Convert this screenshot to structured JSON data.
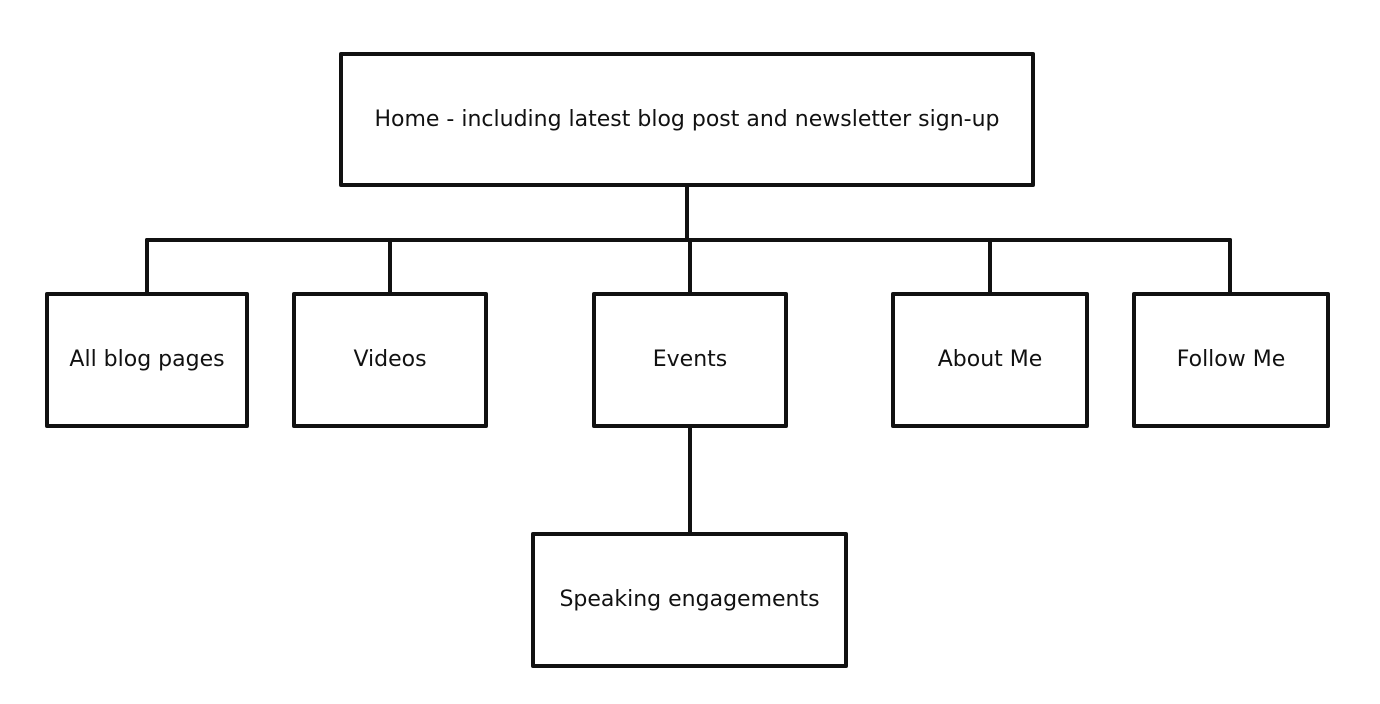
{
  "diagram": {
    "root": {
      "label": "Home - including latest blog post and newsletter sign-up"
    },
    "children": [
      {
        "label": "All blog pages"
      },
      {
        "label": "Videos"
      },
      {
        "label": "Events"
      },
      {
        "label": "About Me"
      },
      {
        "label": "Follow Me"
      }
    ],
    "grandchildren": [
      {
        "parent": "Events",
        "label": "Speaking engagements"
      }
    ],
    "colors": {
      "stroke": "#111111",
      "fill": "#ffffff"
    }
  }
}
